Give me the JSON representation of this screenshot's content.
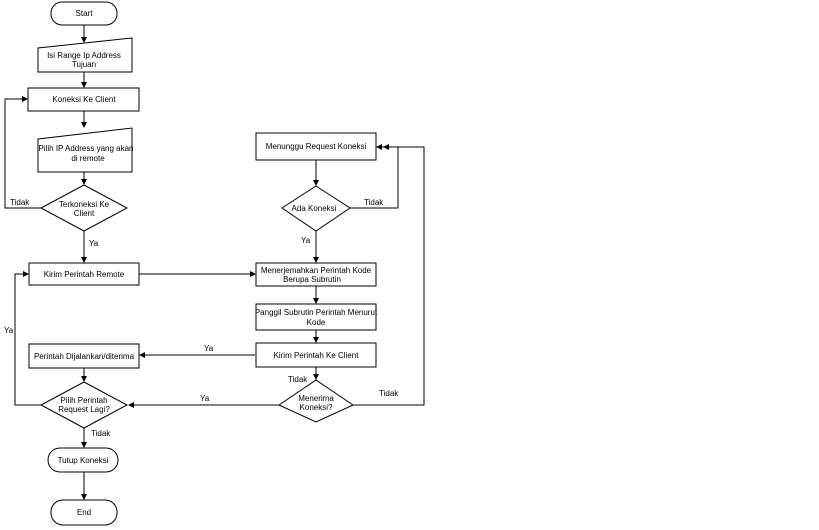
{
  "nodes": {
    "start": {
      "label": "Start"
    },
    "input_range": {
      "line1": "Isi Range Ip Address",
      "line2": "Tujuan"
    },
    "connect_client": {
      "label": "Koneksi Ke Client"
    },
    "choose_ip": {
      "line1": "Pilih IP Address yang akan",
      "line2": "di remote"
    },
    "connected_check": {
      "line1": "Terkoneksi Ke",
      "line2": "Client"
    },
    "send_remote": {
      "label": "Kirim Perintah Remote"
    },
    "executed": {
      "label": "Perintah Dijalankan/diterima"
    },
    "choose_again": {
      "line1": "Pilih Perintah",
      "line2": "Request Lagi?"
    },
    "close_conn": {
      "label": "Tutup Koneksi"
    },
    "end": {
      "label": "End"
    },
    "wait_request": {
      "label": "Menunggu Request Koneksi"
    },
    "any_conn": {
      "label": "Ada Koneksi"
    },
    "translate": {
      "line1": "Menerjemahkan Perintah Kode",
      "line2": "Berupa Subrutin"
    },
    "call_subroutine": {
      "line1": "Panggil Subrutin Perintah Menurut",
      "line2": "Kode"
    },
    "send_to_client": {
      "label": "Kirim Perintah Ke Client"
    },
    "receive_conn": {
      "line1": "Menerima",
      "line2": "Koneksi?"
    }
  },
  "edge_labels": {
    "connected_no": "Tidak",
    "connected_yes": "Ya",
    "any_conn_no": "Tidak",
    "any_conn_yes": "Ya",
    "again_yes": "Ya",
    "again_no": "Tidak",
    "send_yes": "Ya",
    "receive_no_below": "Tidak",
    "receive_yes": "Ya",
    "receive_no_right": "Tidak"
  }
}
